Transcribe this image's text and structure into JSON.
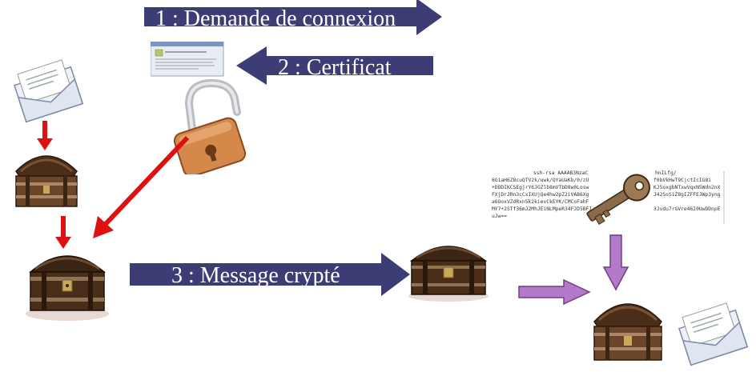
{
  "steps": {
    "step1": "1 : Demande de connexion",
    "step2": "2 : Certificat",
    "step3": "3 : Message crypté"
  },
  "ssh_key_lines": [
    "ssh-rsa AAAAB3NzaC",
    "6G1aH6Z8cuQTV2k/uwk/QYaUaKb/0/zU",
    "+DDDIKCSEgjrY6JGZlb8mVTbD8w0Losw",
    "FXjDrJRn3cCxIXUjQe4hw2pZ2iVAB6Xg",
    "a6OoxVZdRxn5k2kievCkEYK/CMCoFahF",
    "MY7+2STf36mJ2MhJEiNLMpeR34FJD5BFI",
    "uJw=="
  ],
  "ssh_key_lines_right": [
    "hnILfg/",
    "f0bVkHwT9CjctIcIG8i",
    "KJ5oxgbNTxwVqxN5Wdn2nX",
    "J42SoS1Z8gIZFFEJWp3yng",
    "",
    "3Jvdu7rGVre46I0UwDDnpE",
    ""
  ],
  "colors": {
    "arrow_navy": "#3d3d75",
    "red_arrow": "#dd1111",
    "purple_arrow": "#b27ac8",
    "wood": "#5a3a22",
    "lock_body": "#d4884a"
  },
  "icons": {
    "envelope": "envelope-icon",
    "chest": "treasure-chest-icon",
    "padlock": "open-padlock-icon",
    "key": "key-icon",
    "certificate": "certificate-window-icon"
  }
}
